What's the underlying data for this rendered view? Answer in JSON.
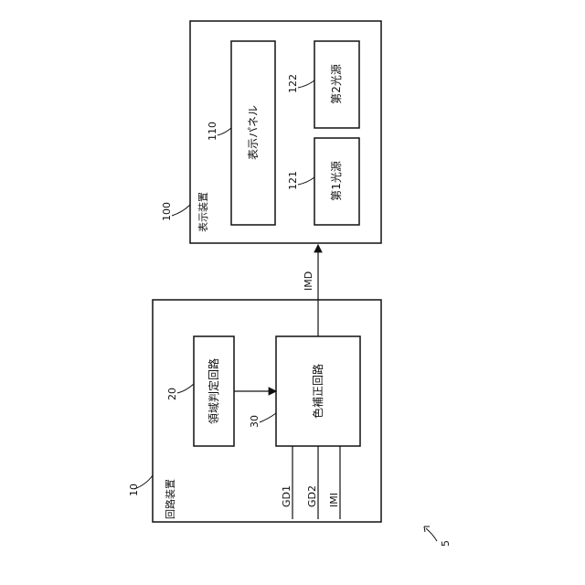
{
  "figure_number": "5",
  "circuit_device": {
    "ref": "10",
    "title": "回路装置",
    "region_circuit": {
      "ref": "20",
      "label": "領域判定回路"
    },
    "color_circuit": {
      "ref": "30",
      "label": "色補正回路"
    },
    "inputs": [
      "GD1",
      "GD2",
      "IMI"
    ]
  },
  "display_device": {
    "ref": "100",
    "title": "表示装置",
    "panel": {
      "ref": "110",
      "label": "表示パネル"
    },
    "light_source_1": {
      "ref": "121",
      "label": "第1光源"
    },
    "light_source_2": {
      "ref": "122",
      "label": "第2光源"
    }
  },
  "signal": "IMD"
}
